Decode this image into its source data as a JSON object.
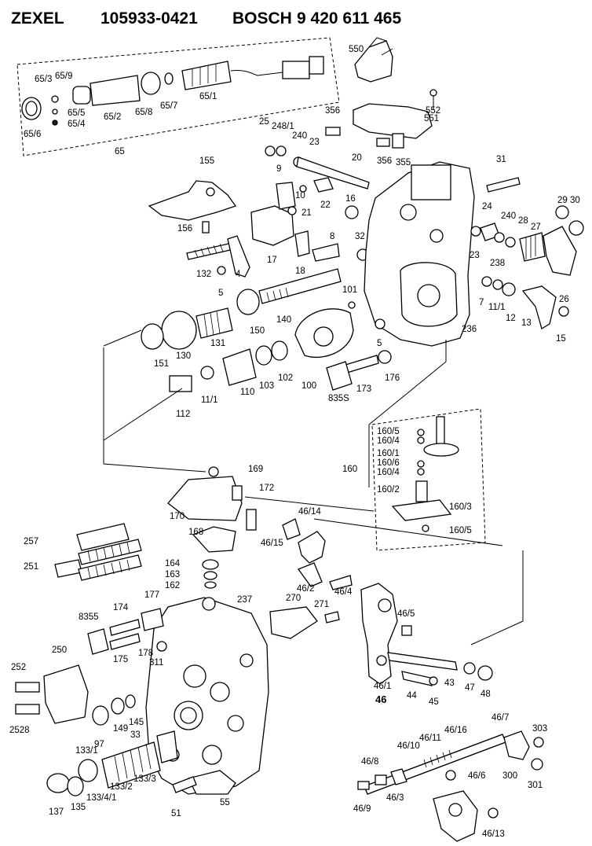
{
  "header": {
    "brand": "ZEXEL",
    "zexel_number": "105933-0421",
    "bosch_brand": "BOSCH",
    "bosch_number": "9 420 611 465"
  },
  "callouts": [
    {
      "id": "c-65-3",
      "text": "65/3"
    },
    {
      "id": "c-65-9",
      "text": "65/9"
    },
    {
      "id": "c-65-5",
      "text": "65/5"
    },
    {
      "id": "c-65-4",
      "text": "65/4"
    },
    {
      "id": "c-65-6",
      "text": "65/6"
    },
    {
      "id": "c-65-2",
      "text": "65/2"
    },
    {
      "id": "c-65-8",
      "text": "65/8"
    },
    {
      "id": "c-65-7",
      "text": "65/7"
    },
    {
      "id": "c-65-1",
      "text": "65/1"
    },
    {
      "id": "c-65",
      "text": "65"
    },
    {
      "id": "c-550",
      "text": "550"
    },
    {
      "id": "c-552",
      "text": "552"
    },
    {
      "id": "c-551",
      "text": "551"
    },
    {
      "id": "c-356a",
      "text": "356"
    },
    {
      "id": "c-356b",
      "text": "356"
    },
    {
      "id": "c-355",
      "text": "355"
    },
    {
      "id": "c-25",
      "text": "25"
    },
    {
      "id": "c-248-1",
      "text": "248/1"
    },
    {
      "id": "c-240",
      "text": "240"
    },
    {
      "id": "c-23a",
      "text": "23"
    },
    {
      "id": "c-20",
      "text": "20"
    },
    {
      "id": "c-31",
      "text": "31"
    },
    {
      "id": "c-155",
      "text": "155"
    },
    {
      "id": "c-9",
      "text": "9"
    },
    {
      "id": "c-10",
      "text": "10"
    },
    {
      "id": "c-21",
      "text": "21"
    },
    {
      "id": "c-22",
      "text": "22"
    },
    {
      "id": "c-16",
      "text": "16"
    },
    {
      "id": "c-156",
      "text": "156"
    },
    {
      "id": "c-8",
      "text": "8"
    },
    {
      "id": "c-32",
      "text": "32"
    },
    {
      "id": "c-17",
      "text": "17"
    },
    {
      "id": "c-18",
      "text": "18"
    },
    {
      "id": "c-29",
      "text": "29"
    },
    {
      "id": "c-30",
      "text": "30"
    },
    {
      "id": "c-24",
      "text": "24"
    },
    {
      "id": "c-240b",
      "text": "240"
    },
    {
      "id": "c-28",
      "text": "28"
    },
    {
      "id": "c-27",
      "text": "27"
    },
    {
      "id": "c-23b",
      "text": "23"
    },
    {
      "id": "c-238",
      "text": "238"
    },
    {
      "id": "c-132",
      "text": "132"
    },
    {
      "id": "c-4",
      "text": "4"
    },
    {
      "id": "c-5a",
      "text": "5"
    },
    {
      "id": "c-101",
      "text": "101"
    },
    {
      "id": "c-140",
      "text": "140"
    },
    {
      "id": "c-150",
      "text": "150"
    },
    {
      "id": "c-7",
      "text": "7"
    },
    {
      "id": "c-11-1a",
      "text": "11/1"
    },
    {
      "id": "c-12",
      "text": "12"
    },
    {
      "id": "c-13",
      "text": "13"
    },
    {
      "id": "c-26",
      "text": "26"
    },
    {
      "id": "c-15",
      "text": "15"
    },
    {
      "id": "c-131",
      "text": "131"
    },
    {
      "id": "c-130",
      "text": "130"
    },
    {
      "id": "c-151",
      "text": "151"
    },
    {
      "id": "c-5b",
      "text": "5"
    },
    {
      "id": "c-236",
      "text": "236"
    },
    {
      "id": "c-102",
      "text": "102"
    },
    {
      "id": "c-103",
      "text": "103"
    },
    {
      "id": "c-110",
      "text": "110"
    },
    {
      "id": "c-100",
      "text": "100"
    },
    {
      "id": "c-176",
      "text": "176"
    },
    {
      "id": "c-173",
      "text": "173"
    },
    {
      "id": "c-835s",
      "text": "835S"
    },
    {
      "id": "c-11-1b",
      "text": "11/1"
    },
    {
      "id": "c-112",
      "text": "112"
    },
    {
      "id": "c-160-5a",
      "text": "160/5"
    },
    {
      "id": "c-160-4a",
      "text": "160/4"
    },
    {
      "id": "c-160-1",
      "text": "160/1"
    },
    {
      "id": "c-160-6",
      "text": "160/6"
    },
    {
      "id": "c-160-4b",
      "text": "160/4"
    },
    {
      "id": "c-160",
      "text": "160"
    },
    {
      "id": "c-160-2",
      "text": "160/2"
    },
    {
      "id": "c-160-3",
      "text": "160/3"
    },
    {
      "id": "c-160-5b",
      "text": "160/5"
    },
    {
      "id": "c-169",
      "text": "169"
    },
    {
      "id": "c-172",
      "text": "172"
    },
    {
      "id": "c-170",
      "text": "170"
    },
    {
      "id": "c-46-14",
      "text": "46/14"
    },
    {
      "id": "c-46-15",
      "text": "46/15"
    },
    {
      "id": "c-168",
      "text": "168"
    },
    {
      "id": "c-257",
      "text": "257"
    },
    {
      "id": "c-251",
      "text": "251"
    },
    {
      "id": "c-164",
      "text": "164"
    },
    {
      "id": "c-163",
      "text": "163"
    },
    {
      "id": "c-162",
      "text": "162"
    },
    {
      "id": "c-46-2",
      "text": "46/2"
    },
    {
      "id": "c-46-4",
      "text": "46/4"
    },
    {
      "id": "c-177",
      "text": "177"
    },
    {
      "id": "c-237",
      "text": "237"
    },
    {
      "id": "c-270",
      "text": "270"
    },
    {
      "id": "c-271",
      "text": "271"
    },
    {
      "id": "c-8355",
      "text": "8355"
    },
    {
      "id": "c-174",
      "text": "174"
    },
    {
      "id": "c-46-5",
      "text": "46/5"
    },
    {
      "id": "c-250",
      "text": "250"
    },
    {
      "id": "c-178",
      "text": "178"
    },
    {
      "id": "c-175",
      "text": "175"
    },
    {
      "id": "c-311",
      "text": "311"
    },
    {
      "id": "c-252",
      "text": "252"
    },
    {
      "id": "c-46-1",
      "text": "46/1"
    },
    {
      "id": "c-46",
      "text": "46"
    },
    {
      "id": "c-44",
      "text": "44"
    },
    {
      "id": "c-45",
      "text": "45"
    },
    {
      "id": "c-43",
      "text": "43"
    },
    {
      "id": "c-47",
      "text": "47"
    },
    {
      "id": "c-48",
      "text": "48"
    },
    {
      "id": "c-2528",
      "text": "2528"
    },
    {
      "id": "c-97",
      "text": "97"
    },
    {
      "id": "c-149",
      "text": "149"
    },
    {
      "id": "c-145",
      "text": "145"
    },
    {
      "id": "c-33",
      "text": "33"
    },
    {
      "id": "c-133-1",
      "text": "133/1"
    },
    {
      "id": "c-46-7",
      "text": "46/7"
    },
    {
      "id": "c-303",
      "text": "303"
    },
    {
      "id": "c-46-11",
      "text": "46/11"
    },
    {
      "id": "c-46-16",
      "text": "46/16"
    },
    {
      "id": "c-46-10",
      "text": "46/10"
    },
    {
      "id": "c-46-8",
      "text": "46/8"
    },
    {
      "id": "c-300",
      "text": "300"
    },
    {
      "id": "c-301",
      "text": "301"
    },
    {
      "id": "c-46-6",
      "text": "46/6"
    },
    {
      "id": "c-133-4-1",
      "text": "133/4/1"
    },
    {
      "id": "c-133-2",
      "text": "133/2"
    },
    {
      "id": "c-133-3",
      "text": "133/3"
    },
    {
      "id": "c-137",
      "text": "137"
    },
    {
      "id": "c-135",
      "text": "135"
    },
    {
      "id": "c-51",
      "text": "51"
    },
    {
      "id": "c-55",
      "text": "55"
    },
    {
      "id": "c-46-9",
      "text": "46/9"
    },
    {
      "id": "c-46-3",
      "text": "46/3"
    },
    {
      "id": "c-46-13",
      "text": "46/13"
    }
  ]
}
